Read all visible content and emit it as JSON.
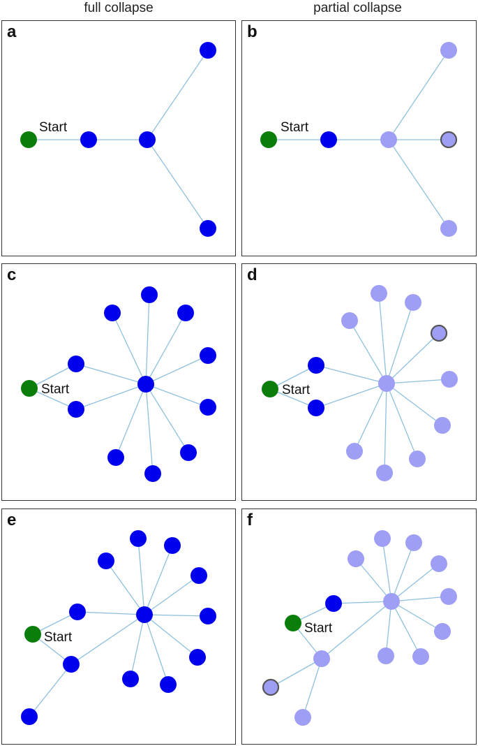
{
  "header": {
    "left_title": "full collapse",
    "right_title": "partial collapse"
  },
  "colors": {
    "start": "#0b7d0b",
    "visited": "#0000ee",
    "collapsed": "#9e9ef5",
    "edge": "#8ec0de",
    "outline": "#555555"
  },
  "panels": [
    {
      "id": "a",
      "label": "a",
      "start_label": "Start"
    },
    {
      "id": "b",
      "label": "b",
      "start_label": "Start"
    },
    {
      "id": "c",
      "label": "c",
      "start_label": "Start"
    },
    {
      "id": "d",
      "label": "d",
      "start_label": "Start"
    },
    {
      "id": "e",
      "label": "e",
      "start_label": "Start"
    },
    {
      "id": "f",
      "label": "f",
      "start_label": "Start"
    }
  ]
}
